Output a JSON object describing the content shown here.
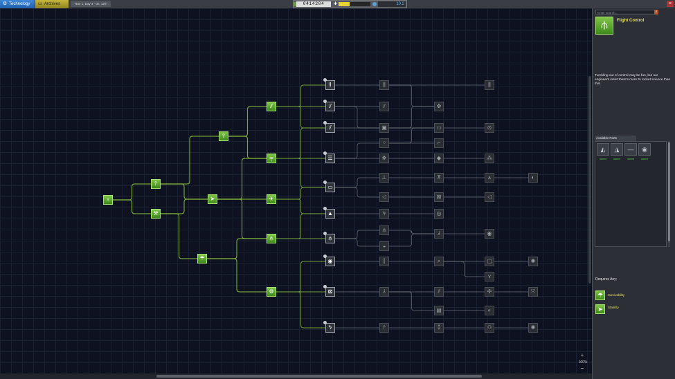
{
  "topbar": {
    "tabs": [
      {
        "label": "Technology",
        "icon": "gear-icon",
        "active": true
      },
      {
        "label": "Archives",
        "icon": "folder-icon",
        "active": false
      }
    ],
    "date": "Year 1, Day 4 - 0h, 12m",
    "funds": "0414204",
    "reputation_level": 0.35,
    "science": "10.2",
    "colors": {
      "tech_tab": "#2f74c8",
      "archives_tab": "#b3a42c",
      "science_text": "#61b5f5"
    }
  },
  "tree": {
    "nodes": [
      {
        "id": "start",
        "glyph": "♆",
        "state": "on"
      },
      {
        "id": "basicRocketry",
        "glyph": "⫯",
        "state": "on"
      },
      {
        "id": "engineering101",
        "glyph": "⚒",
        "state": "on"
      },
      {
        "id": "generalRocketry",
        "glyph": "⫯",
        "state": "on"
      },
      {
        "id": "stability",
        "glyph": "➤",
        "state": "on"
      },
      {
        "id": "survivability",
        "glyph": "☂",
        "state": "on"
      },
      {
        "id": "advRocketry",
        "glyph": "⫽",
        "state": "on"
      },
      {
        "id": "generalConstruction",
        "glyph": "╤",
        "state": "on"
      },
      {
        "id": "aviation",
        "glyph": "✈",
        "state": "on"
      },
      {
        "id": "flightControl",
        "glyph": "⫛",
        "state": "on"
      },
      {
        "id": "basicScience",
        "glyph": "⚙",
        "state": "on"
      },
      {
        "id": "heavyRocketry",
        "glyph": "‖",
        "state": "avail"
      },
      {
        "id": "propulsionSystems",
        "glyph": "⫽",
        "state": "avail"
      },
      {
        "id": "fuelSystems",
        "glyph": "⫽",
        "state": "avail"
      },
      {
        "id": "advConstruction",
        "glyph": "☰",
        "state": "avail"
      },
      {
        "id": "aerodynamics",
        "glyph": "▭",
        "state": "avail"
      },
      {
        "id": "landing",
        "glyph": "▲",
        "state": "avail"
      },
      {
        "id": "advFlightControl",
        "glyph": "⫛",
        "state": "avail"
      },
      {
        "id": "spaceExploration",
        "glyph": "◉",
        "state": "avail"
      },
      {
        "id": "miniaturization",
        "glyph": "⊠",
        "state": "avail"
      },
      {
        "id": "electrics",
        "glyph": "ϟ",
        "state": "avail"
      },
      {
        "id": "t3_1",
        "glyph": "⫼",
        "state": "off"
      },
      {
        "id": "t3_2",
        "glyph": "⫽",
        "state": "off"
      },
      {
        "id": "t3_3",
        "glyph": "▣",
        "state": "off"
      },
      {
        "id": "t3_4",
        "glyph": "⁘",
        "state": "off"
      },
      {
        "id": "t3_5",
        "glyph": "✥",
        "state": "off"
      },
      {
        "id": "t3_6",
        "glyph": "⊥",
        "state": "off"
      },
      {
        "id": "t3_7",
        "glyph": "◁",
        "state": "off"
      },
      {
        "id": "t3_8",
        "glyph": "⫩",
        "state": "off"
      },
      {
        "id": "t3_9",
        "glyph": "⫛",
        "state": "off"
      },
      {
        "id": "t3_10",
        "glyph": "◒",
        "state": "off"
      },
      {
        "id": "t3_11",
        "glyph": "⫿",
        "state": "off"
      },
      {
        "id": "t3_12",
        "glyph": "⫰",
        "state": "off"
      },
      {
        "id": "t3_13",
        "glyph": "⫯",
        "state": "off"
      },
      {
        "id": "t4_1",
        "glyph": "✜",
        "state": "off"
      },
      {
        "id": "t4_2",
        "glyph": "▭",
        "state": "off"
      },
      {
        "id": "t4_3",
        "glyph": "⌐",
        "state": "off"
      },
      {
        "id": "t4_4",
        "glyph": "◆",
        "state": "off"
      },
      {
        "id": "t4_5",
        "glyph": "⊼",
        "state": "off"
      },
      {
        "id": "t4_6",
        "glyph": "⊠",
        "state": "off"
      },
      {
        "id": "t4_7",
        "glyph": "◎",
        "state": "off"
      },
      {
        "id": "t4_8",
        "glyph": "⫰",
        "state": "off"
      },
      {
        "id": "t4_9",
        "glyph": "⌕",
        "state": "off"
      },
      {
        "id": "t4_10",
        "glyph": "⫽",
        "state": "off"
      },
      {
        "id": "t4_11",
        "glyph": "▤",
        "state": "off"
      },
      {
        "id": "t4_12",
        "glyph": "⁑",
        "state": "off"
      },
      {
        "id": "t5_1",
        "glyph": "⫼",
        "state": "off"
      },
      {
        "id": "t5_2",
        "glyph": "⊙",
        "state": "off"
      },
      {
        "id": "t5_3",
        "glyph": "⁂",
        "state": "off"
      },
      {
        "id": "t5_4",
        "glyph": "⩚",
        "state": "off"
      },
      {
        "id": "t5_5",
        "glyph": "◁",
        "state": "off"
      },
      {
        "id": "t5_6",
        "glyph": "◉",
        "state": "off"
      },
      {
        "id": "t5_7",
        "glyph": "▢",
        "state": "off"
      },
      {
        "id": "t5_8",
        "glyph": "⋎",
        "state": "off"
      },
      {
        "id": "t5_9",
        "glyph": "✣",
        "state": "off"
      },
      {
        "id": "t5_10",
        "glyph": "◐",
        "state": "off"
      },
      {
        "id": "t5_11",
        "glyph": "⚇",
        "state": "off"
      },
      {
        "id": "t6_1",
        "glyph": "◐",
        "state": "off"
      },
      {
        "id": "t6_2",
        "glyph": "✺",
        "state": "off"
      },
      {
        "id": "t6_3",
        "glyph": "⤧",
        "state": "off"
      },
      {
        "id": "t6_4",
        "glyph": "✺",
        "state": "off"
      }
    ],
    "links": [
      [
        "start",
        "basicRocketry"
      ],
      [
        "start",
        "engineering101"
      ],
      [
        "basicRocketry",
        "generalRocketry"
      ],
      [
        "basicRocketry",
        "stability"
      ],
      [
        "engineering101",
        "stability"
      ],
      [
        "engineering101",
        "survivability"
      ],
      [
        "generalRocketry",
        "advRocketry"
      ],
      [
        "generalRocketry",
        "generalConstruction"
      ],
      [
        "stability",
        "aviation"
      ],
      [
        "stability",
        "generalConstruction"
      ],
      [
        "stability",
        "flightControl"
      ],
      [
        "survivability",
        "flightControl"
      ],
      [
        "survivability",
        "basicScience"
      ],
      [
        "advRocketry",
        "heavyRocketry"
      ],
      [
        "advRocketry",
        "propulsionSystems"
      ],
      [
        "advRocketry",
        "fuelSystems"
      ],
      [
        "generalConstruction",
        "fuelSystems"
      ],
      [
        "generalConstruction",
        "advConstruction"
      ],
      [
        "generalConstruction",
        "aerodynamics"
      ],
      [
        "aviation",
        "aerodynamics"
      ],
      [
        "aviation",
        "landing"
      ],
      [
        "flightControl",
        "landing"
      ],
      [
        "flightControl",
        "advFlightControl"
      ],
      [
        "basicScience",
        "spaceExploration"
      ],
      [
        "basicScience",
        "miniaturization"
      ],
      [
        "basicScience",
        "electrics"
      ],
      [
        "heavyRocketry",
        "t3_1"
      ],
      [
        "propulsionSystems",
        "t3_2"
      ],
      [
        "propulsionSystems",
        "t3_3"
      ],
      [
        "fuelSystems",
        "t3_3"
      ],
      [
        "advConstruction",
        "t3_4"
      ],
      [
        "advConstruction",
        "t3_5"
      ],
      [
        "aerodynamics",
        "t3_6"
      ],
      [
        "aerodynamics",
        "t3_7"
      ],
      [
        "landing",
        "t3_8"
      ],
      [
        "advFlightControl",
        "t3_9"
      ],
      [
        "advFlightControl",
        "t3_10"
      ],
      [
        "spaceExploration",
        "t3_11"
      ],
      [
        "miniaturization",
        "t3_12"
      ],
      [
        "electrics",
        "t3_13"
      ],
      [
        "t3_1",
        "t4_1"
      ],
      [
        "t3_3",
        "t4_1"
      ],
      [
        "t3_3",
        "t4_2"
      ],
      [
        "t3_4",
        "t4_2"
      ],
      [
        "t3_4",
        "t4_3"
      ],
      [
        "t3_5",
        "t4_4"
      ],
      [
        "t3_6",
        "t4_5"
      ],
      [
        "t3_7",
        "t4_6"
      ],
      [
        "t3_8",
        "t4_7"
      ],
      [
        "t3_9",
        "t4_8"
      ],
      [
        "t3_10",
        "t4_8"
      ],
      [
        "t3_11",
        "t4_9"
      ],
      [
        "t3_12",
        "t4_10"
      ],
      [
        "t3_12",
        "t4_11"
      ],
      [
        "t3_13",
        "t4_12"
      ],
      [
        "t3_1",
        "t5_1"
      ],
      [
        "t4_2",
        "t5_2"
      ],
      [
        "t4_4",
        "t5_3"
      ],
      [
        "t4_5",
        "t5_4"
      ],
      [
        "t4_6",
        "t5_5"
      ],
      [
        "t4_8",
        "t5_6"
      ],
      [
        "t4_9",
        "t5_7"
      ],
      [
        "t4_9",
        "t5_8"
      ],
      [
        "t4_10",
        "t5_9"
      ],
      [
        "t4_11",
        "t5_10"
      ],
      [
        "t4_12",
        "t5_11"
      ],
      [
        "t5_4",
        "t6_1"
      ],
      [
        "t5_7",
        "t6_2"
      ],
      [
        "t5_9",
        "t6_3"
      ],
      [
        "t5_11",
        "t6_4"
      ]
    ],
    "colors": {
      "researched": "#5ca931",
      "link_researched": "#7fb23a",
      "link_locked": "#8a8f96"
    }
  },
  "zoom": {
    "plus": "+",
    "level": "100%",
    "minus": "−"
  },
  "panel": {
    "search_placeholder": "Enter search...",
    "selected": {
      "title": "Flight Control",
      "icon": "flight-control-icon",
      "description": "Tumbling out of control may be fun, but our engineers insist there's more to rocket science than that."
    },
    "parts_tab": "Available Parts",
    "parts": [
      {
        "icon": "fin-icon",
        "label": "owned"
      },
      {
        "icon": "winglet-icon",
        "label": "owned"
      },
      {
        "icon": "strut-icon",
        "label": "owned"
      },
      {
        "icon": "probe-icon",
        "label": "owned"
      }
    ],
    "requires_title": "Requires Any:",
    "requires": [
      {
        "label": "Survivability",
        "icon": "parachute-icon"
      },
      {
        "label": "Stability",
        "icon": "stability-icon"
      }
    ]
  }
}
